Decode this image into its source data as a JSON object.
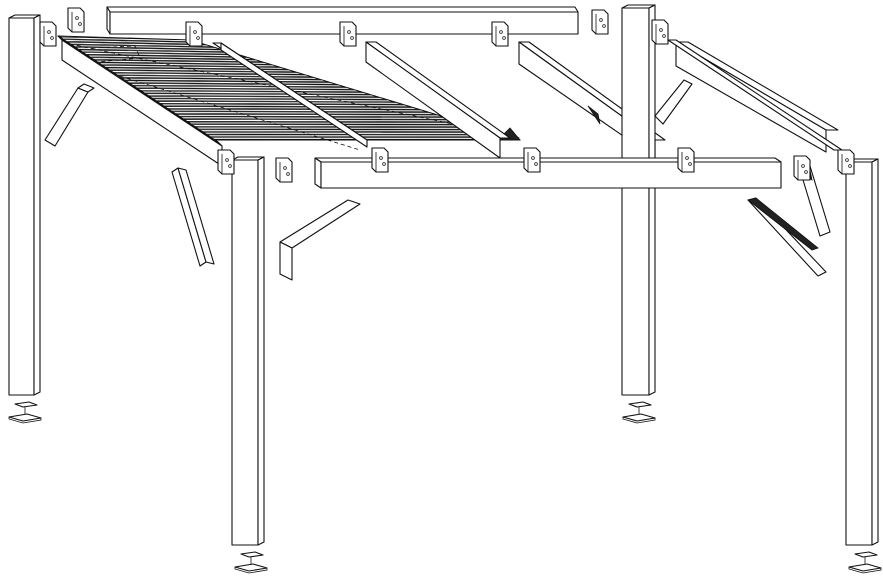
{
  "drawing": {
    "kind": "exploded-isometric-assembly",
    "colors": {
      "line": "#111111",
      "fill": "#ffffff",
      "shade": "#222222"
    },
    "counts": {
      "posts": 4,
      "post_bases": 4,
      "braces": 6,
      "rafters": 4,
      "beams": 2,
      "brackets": 14
    }
  }
}
